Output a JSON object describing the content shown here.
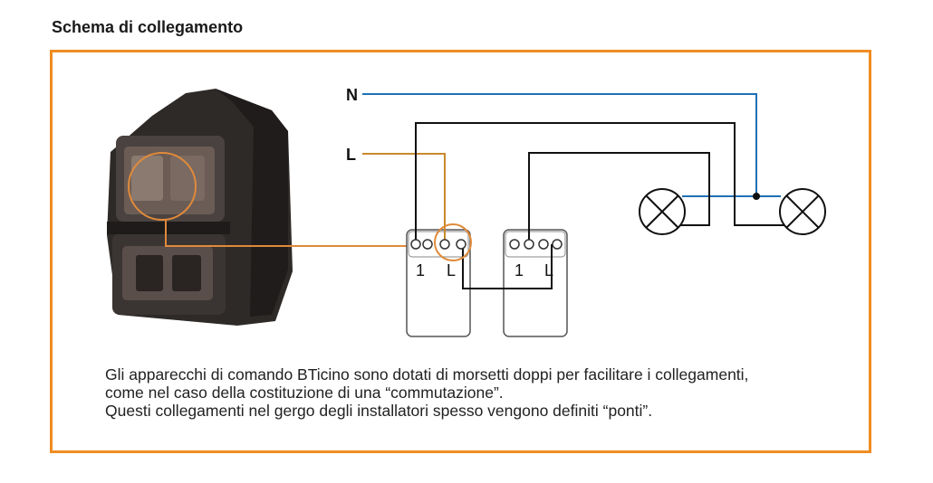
{
  "title": "Schema di collegamento",
  "labels": {
    "neutral": "N",
    "live": "L",
    "switch1_term_common": "1",
    "switch1_term_live": "L",
    "switch2_term_common": "1",
    "switch2_term_live": "L"
  },
  "caption": [
    "Gli apparecchi di comando BTicino sono dotati di morsetti doppi per facilitare i collegamenti,",
    "come nel caso della costituzione di una “commutazione”.",
    "Questi collegamenti nel gergo degli installatori spesso vengono definiti “ponti”."
  ],
  "colors": {
    "frame": "#f08c22",
    "neutral_wire": "#1f6fb5",
    "live_wire": "#c98a2c",
    "link_wire": "#e08a3a",
    "black_wire": "#111111"
  }
}
